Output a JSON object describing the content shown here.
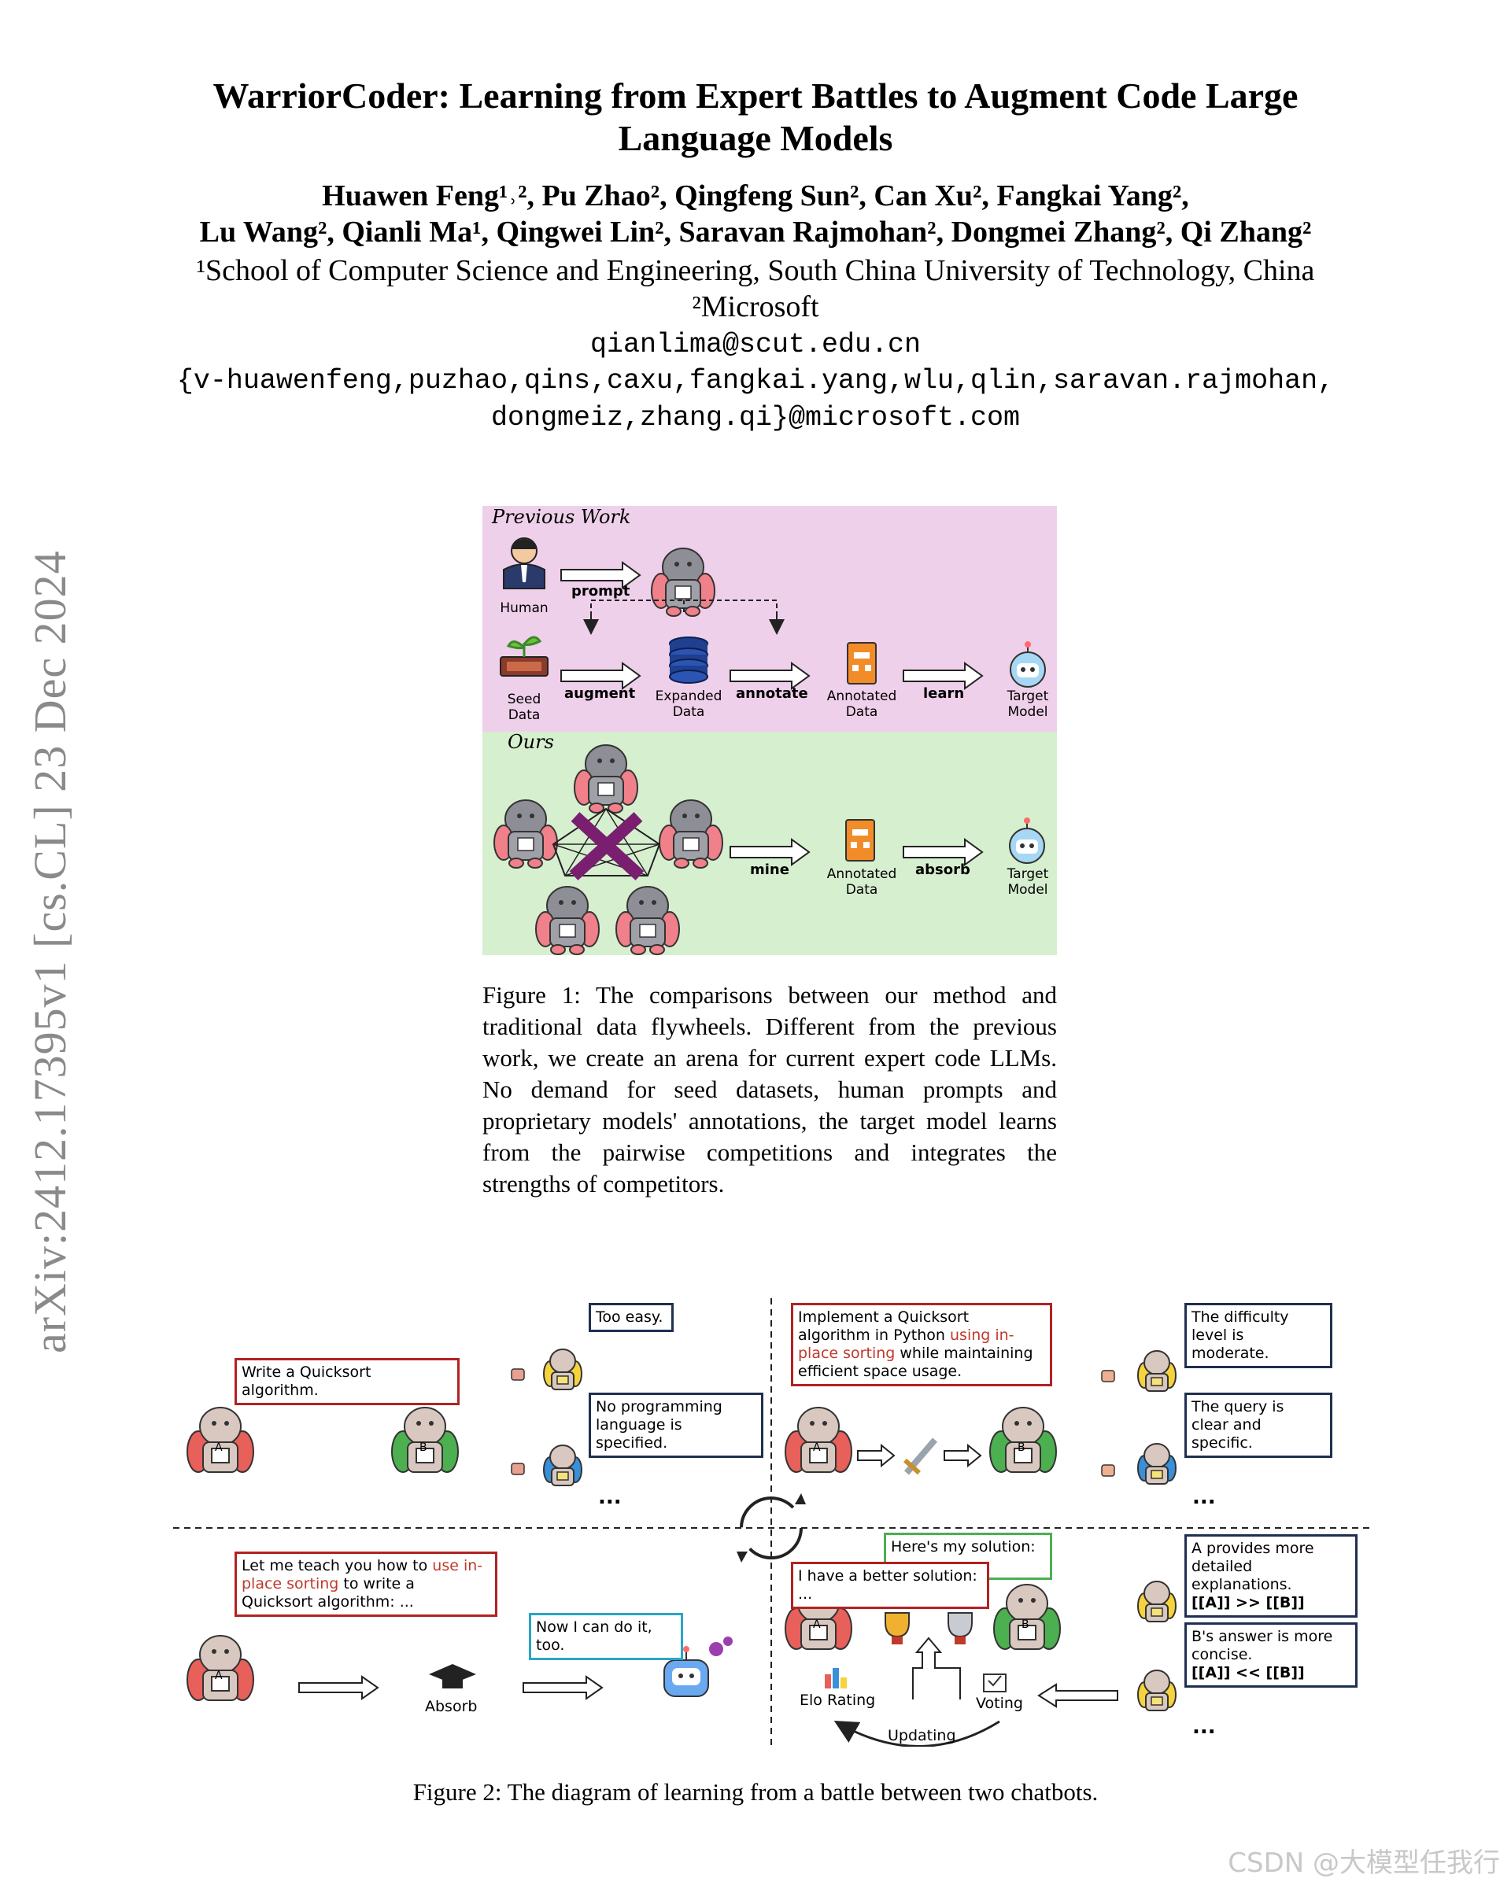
{
  "side_stamp": "arXiv:2412.17395v1  [cs.CL]  23 Dec 2024",
  "paper": {
    "title_line1": "WarriorCoder: Learning from Expert Battles to Augment Code Large",
    "title_line2": "Language Models",
    "authors_line1": "Huawen Feng¹˒², Pu Zhao², Qingfeng Sun², Can Xu², Fangkai Yang²,",
    "authors_line2": "Lu Wang², Qianli Ma¹, Qingwei Lin², Saravan Rajmohan², Dongmei Zhang², Qi Zhang²",
    "affiliation1": "¹School of Computer Science and Engineering, South China University of Technology, China",
    "affiliation2": "²Microsoft",
    "email1": "qianlima@scut.edu.cn",
    "email2": "{v-huawenfeng,puzhao,qins,caxu,fangkai.yang,wlu,qlin,saravan.rajmohan,",
    "email3": "dongmeiz,zhang.qi}@microsoft.com"
  },
  "figure1": {
    "panel_prev": "Previous Work",
    "panel_ours": "Ours",
    "human": "Human",
    "prompt": "prompt",
    "seed_data": "Seed Data",
    "augment": "augment",
    "expanded_data": "Expanded Data",
    "annotate": "annotate",
    "annotated_data": "Annotated Data",
    "learn": "learn",
    "target_model": "Target Model",
    "mine": "mine",
    "absorb": "absorb",
    "caption": "Figure 1: The comparisons between our method and traditional data flywheels. Different from the previous work, we create an arena for current expert code LLMs. No demand for seed datasets, human prompts and proprietary models' annotations, the target model learns from the pairwise competitions and integrates the strengths of competitors."
  },
  "figure2": {
    "q1_text": "Write a Quicksort algorithm.",
    "too_easy": "Too easy.",
    "no_lang": "No programming language is specified.",
    "q2_pre": "Implement a Quicksort algorithm in Python ",
    "q2_red": "using in-place sorting",
    "q2_post": " while maintaining efficient space usage.",
    "difficulty": "The difficulty level is moderate.",
    "clear": "The query is clear and specific.",
    "teach_pre": "Let me teach you how to ",
    "teach_red": "use in-place sorting",
    "teach_post": " to write a Quicksort algorithm: ...",
    "now_i_can": "Now I can do it, too.",
    "absorb": "Absorb",
    "my_solution": "Here's my solution: ...",
    "better_solution": "I have a better solution: ...",
    "a_more": "A provides more detailed explanations.",
    "a_more_code": "[[A]] >> [[B]]",
    "b_more": "B's answer is more concise.",
    "b_more_code": "[[A]] << [[B]]",
    "elo_rating": "Elo Rating",
    "voting": "Voting",
    "updating": "Updating",
    "label_a": "A",
    "label_b": "B",
    "ellipsis": "...",
    "caption": "Figure 2: The diagram of learning from a battle between two chatbots."
  },
  "watermark": "CSDN @大模型任我行",
  "colors": {
    "prev_bg": "#efd0ea",
    "ours_bg": "#d6efcf",
    "red_border": "#b22222",
    "dark_border": "#1f2f4f",
    "teal_border": "#2aa6c6",
    "green_border": "#4caf50"
  }
}
